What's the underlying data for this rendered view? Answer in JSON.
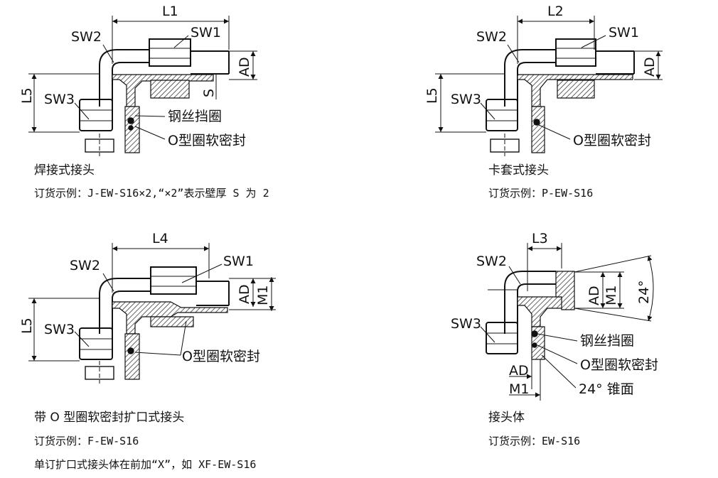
{
  "figures": {
    "weld": {
      "dims": {
        "l": "L1",
        "l5": "L5",
        "ad": "AD",
        "s": "S"
      },
      "wrenches": {
        "sw1": "SW1",
        "sw2": "SW2",
        "sw3": "SW3"
      },
      "callouts": {
        "wire": "钢丝挡圈",
        "oring": "O型圈软密封"
      },
      "caption": "焊接式接头",
      "order": "订货示例：J-EW-S16×2,“×2”表示壁厚 S 为 2"
    },
    "ferrule": {
      "dims": {
        "l": "L2",
        "l5": "L5",
        "ad": "AD"
      },
      "wrenches": {
        "sw1": "SW1",
        "sw2": "SW2",
        "sw3": "SW3"
      },
      "callouts": {
        "oring": "O型圈软密封"
      },
      "caption": "卡套式接头",
      "order": "订货示例：P-EW-S16"
    },
    "flare": {
      "dims": {
        "l": "L4",
        "l5": "L5",
        "ad": "AD",
        "m1": "M1"
      },
      "wrenches": {
        "sw1": "SW1",
        "sw2": "SW2",
        "sw3": "SW3"
      },
      "callouts": {
        "oring": "O型圈软密封"
      },
      "caption": "带 O 型圈软密封扩口式接头",
      "order": "订货示例：F-EW-S16",
      "note": "单订扩口式接头体在前加“X”，如 XF-EW-S16"
    },
    "body": {
      "dims": {
        "l": "L3",
        "ad": "AD",
        "m1": "M1",
        "angle": "24°",
        "ad_bottom": "AD",
        "m1_bottom": "M1"
      },
      "wrenches": {
        "sw2": "SW2",
        "sw3": "SW3"
      },
      "callouts": {
        "wire": "钢丝挡圈",
        "oring": "O型圈软密封",
        "cone": "24° 锥面"
      },
      "caption": "接头体",
      "order": "订货示例：EW-S16"
    }
  }
}
